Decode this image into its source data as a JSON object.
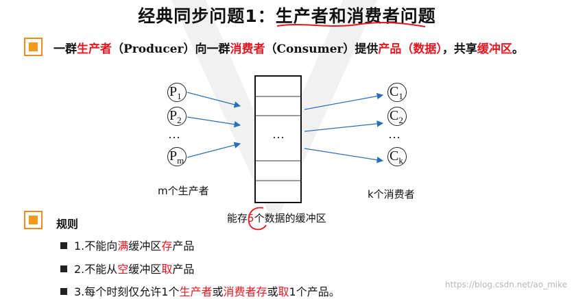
{
  "title": {
    "prefix": "经典同步问题1：",
    "main": "生产者和消费者问题"
  },
  "intro": {
    "parts": [
      "一群",
      "生产者",
      "（",
      "Producer",
      "）向一群",
      "消费者",
      "（",
      "Consumer",
      "）提供",
      "产品（数据）",
      "，共享",
      "缓冲区",
      "。"
    ]
  },
  "producers": [
    {
      "letter": "P",
      "sub": "1"
    },
    {
      "letter": "P",
      "sub": "2"
    },
    {
      "letter": "P",
      "sub": "m"
    }
  ],
  "consumers": [
    {
      "letter": "C",
      "sub": "1"
    },
    {
      "letter": "C",
      "sub": "2"
    },
    {
      "letter": "C",
      "sub": "k"
    }
  ],
  "ellipsis": "…",
  "buffer_dots": "…",
  "producers_label": "m个生产者",
  "consumers_label": "k个消费者",
  "buffer_caption": {
    "before": "能存",
    "num": "5",
    "after": "个数据的缓冲区"
  },
  "rules": {
    "heading": "规则",
    "items": [
      {
        "parts": [
          "1.不能向",
          "满",
          "缓冲区",
          "存",
          "产品"
        ]
      },
      {
        "parts": [
          "2.不能从",
          "空",
          "缓冲区",
          "取",
          "产品"
        ]
      },
      {
        "parts": [
          "3.每个时刻仅允许1个",
          "生产者",
          "或",
          "消费者存",
          "或",
          "取",
          "1个产品。"
        ]
      }
    ]
  },
  "watermark": "https://blog.csdn.net/ao_mike",
  "colors": {
    "accent": "#e8141e",
    "bullet": "#f39a1e",
    "arrow": "#2a6ebb"
  }
}
